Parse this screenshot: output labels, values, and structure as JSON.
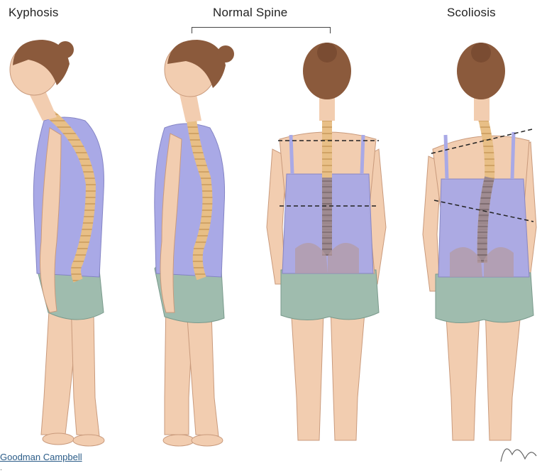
{
  "labels": {
    "kyphosis": "Kyphosis",
    "normal": "Normal Spine",
    "scoliosis": "Scoliosis"
  },
  "credit": "Goodman Campbell",
  "colors": {
    "skin": "#f2cdb0",
    "skin_shade": "#e4b596",
    "hair": "#8b5a3c",
    "top": "#a9a9e6",
    "shorts": "#9fbcae",
    "spine": "#e8bf86",
    "pelvis": "#b59aa0"
  }
}
